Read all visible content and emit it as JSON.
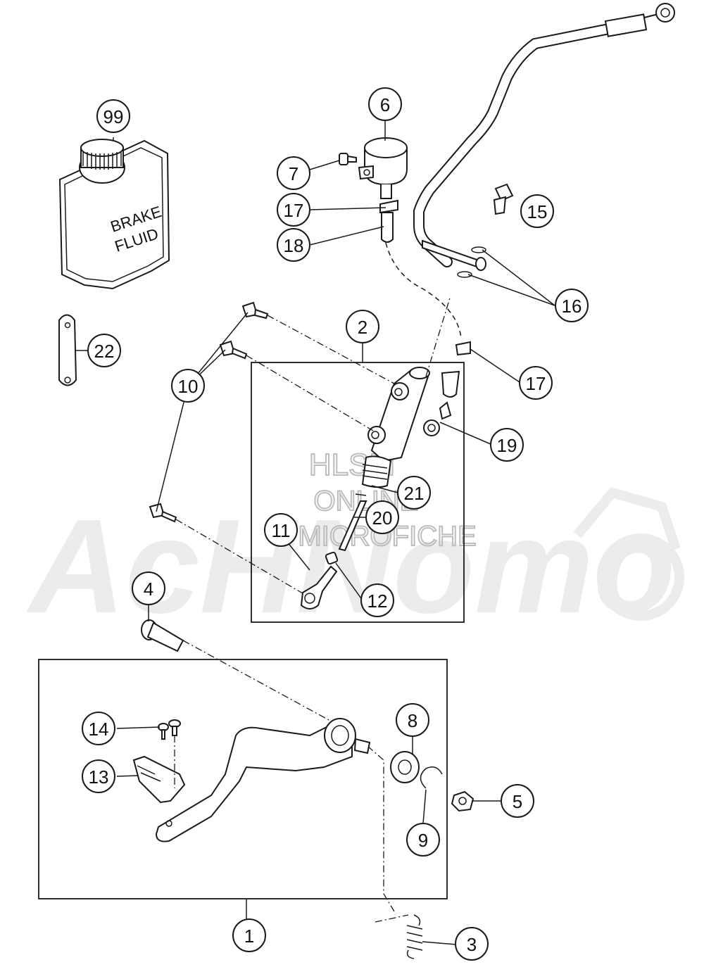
{
  "watermark": {
    "logo_text": "AcHNomo",
    "line1": "HLSM",
    "line2": "ONLINE",
    "line3": "MICROFICHE"
  },
  "fluid_can": {
    "label_line1": "BRAKE",
    "label_line2": "FLUID"
  },
  "callouts": [
    {
      "id": "c1",
      "label": "1"
    },
    {
      "id": "c2",
      "label": "2"
    },
    {
      "id": "c3",
      "label": "3"
    },
    {
      "id": "c4",
      "label": "4"
    },
    {
      "id": "c5",
      "label": "5"
    },
    {
      "id": "c6",
      "label": "6"
    },
    {
      "id": "c7",
      "label": "7"
    },
    {
      "id": "c8",
      "label": "8"
    },
    {
      "id": "c9",
      "label": "9"
    },
    {
      "id": "c10",
      "label": "10"
    },
    {
      "id": "c11",
      "label": "11"
    },
    {
      "id": "c12",
      "label": "12"
    },
    {
      "id": "c13",
      "label": "13"
    },
    {
      "id": "c14",
      "label": "14"
    },
    {
      "id": "c15",
      "label": "15"
    },
    {
      "id": "c16",
      "label": "16"
    },
    {
      "id": "c17a",
      "label": "17"
    },
    {
      "id": "c17b",
      "label": "17"
    },
    {
      "id": "c18",
      "label": "18"
    },
    {
      "id": "c19",
      "label": "19"
    },
    {
      "id": "c20",
      "label": "20"
    },
    {
      "id": "c21",
      "label": "21"
    },
    {
      "id": "c22",
      "label": "22"
    },
    {
      "id": "c99",
      "label": "99"
    }
  ]
}
